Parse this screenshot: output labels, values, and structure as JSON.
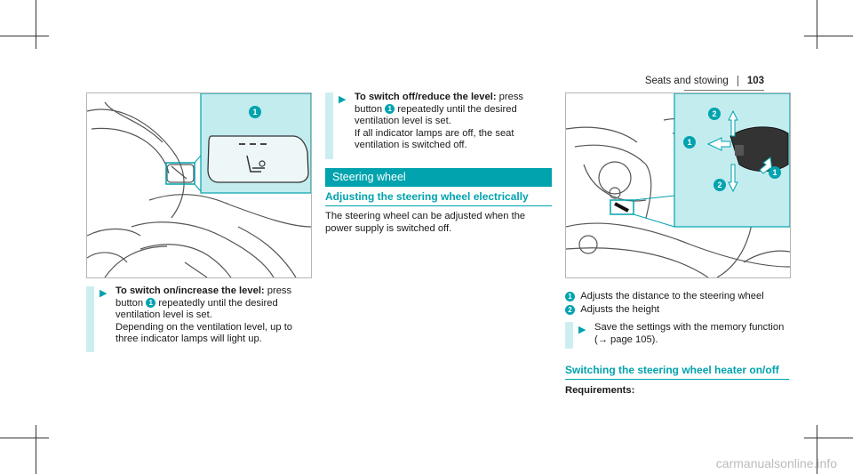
{
  "header": {
    "section": "Seats and stowing",
    "page": "103"
  },
  "left": {
    "callout": "1",
    "step_heading": "To switch on/increase the level:",
    "step_text_1": " press button ",
    "step_num": "1",
    "step_text_2": " repeatedly until the desired ventilation level is set.",
    "step_note": "Depending on the ventilation level, up to three indicator lamps will light up."
  },
  "middle": {
    "step_heading": "To switch off/reduce the level:",
    "step_text_1": " press button ",
    "step_num": "1",
    "step_text_2": " repeatedly until the desired ventilation level is set.",
    "step_note": "If all indicator lamps are off, the seat ventilation is switched off.",
    "banner": "Steering wheel",
    "subheading": "Adjusting the steering wheel electrically",
    "paragraph": "The steering wheel can be adjusted when the power supply is switched off."
  },
  "right": {
    "callout_1": "1",
    "callout_2": "2",
    "legend": [
      {
        "num": "1",
        "text": "Adjusts the distance to the steering wheel"
      },
      {
        "num": "2",
        "text": "Adjusts the height"
      }
    ],
    "save_text": "Save the settings with the memory function",
    "save_ref": "(→ page 105).",
    "arrow_glyph": "▶",
    "heater_heading": "Switching the steering wheel heater on/off",
    "requirements": "Requirements:"
  },
  "watermark": "carmanualsonline.info"
}
